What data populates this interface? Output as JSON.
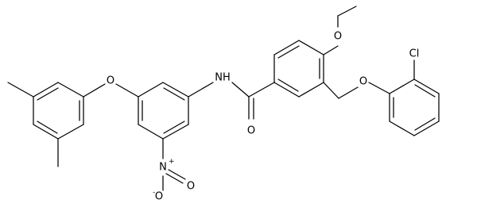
{
  "molecule": {
    "atom_labels": {
      "chloro": "Cl",
      "ether_oxygen_right": "O",
      "methoxy_oxygen": "O",
      "amide_nitrogen": "NH",
      "amide_oxygen": "O",
      "ether_oxygen_left": "O",
      "nitro_nitrogen": "N",
      "nitro_nitrogen_charge": "+",
      "nitro_oxygen_double": "O",
      "nitro_oxygen_single": "O",
      "nitro_oxygen_charge": "-"
    }
  }
}
